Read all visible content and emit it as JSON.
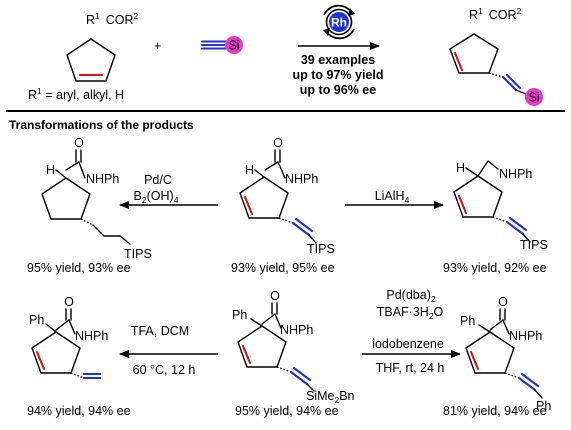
{
  "top": {
    "reactant": {
      "substituents": "COR",
      "r1": "R",
      "r1_sup": "1",
      "r2_sup": "2",
      "r1_def": "R",
      "r1_def_sup": "1",
      "r1_def_rest": " = aryl, alkyl, H"
    },
    "plus": "+",
    "alkyne_label": "Si",
    "catalyst": "Rh",
    "conditions": [
      "39 examples",
      "up to 97% yield",
      "up to 96% ee"
    ],
    "product": {
      "substituents": "COR",
      "r1": "R",
      "r1_sup": "1",
      "r2_sup": "2",
      "si": "Si"
    }
  },
  "section_title": "Transformations of the products",
  "row1": {
    "center": {
      "carbonyl_o": "O",
      "amide": "NHPh",
      "h": "H",
      "silyl": "TIPS",
      "yield": "93% yield, 95% ee"
    },
    "left": {
      "carbonyl_o": "O",
      "amide": "NHPh",
      "h": "H",
      "silyl": "TIPS",
      "yield": "95% yield, 93% ee",
      "reagent1": "Pd/C",
      "reagent2": "B",
      "reagent2_sub1": "2",
      "reagent2_mid": "(OH)",
      "reagent2_sub2": "4"
    },
    "right": {
      "amine": "NHPh",
      "h": "H",
      "silyl": "TIPS",
      "yield": "93% yield, 92% ee",
      "reagent": "LiAlH",
      "reagent_sub": "4"
    }
  },
  "row2": {
    "center": {
      "carbonyl_o": "O",
      "amide": "NHPh",
      "ph": "Ph",
      "silyl": "SiMe",
      "silyl_sub": "2",
      "silyl_rest": "Bn",
      "yield": "95% yield, 94% ee"
    },
    "left": {
      "carbonyl_o": "O",
      "amide": "NHPh",
      "ph": "Ph",
      "yield": "94% yield, 94% ee",
      "reagent1": "TFA, DCM",
      "reagent2": "60 °C, 12 h"
    },
    "right": {
      "carbonyl_o": "O",
      "amide": "NHPh",
      "ph": "Ph",
      "styryl_ph": "Ph",
      "yield": "81% yield, 94% ee",
      "reagent1": "Pd(dba)",
      "reagent1_sub": "2",
      "reagent2_a": "TBAF·3H",
      "reagent2_sub": "2",
      "reagent2_b": "O",
      "reagent3": "iodobenzene",
      "reagent4": "THF, rt, 24 h"
    }
  }
}
